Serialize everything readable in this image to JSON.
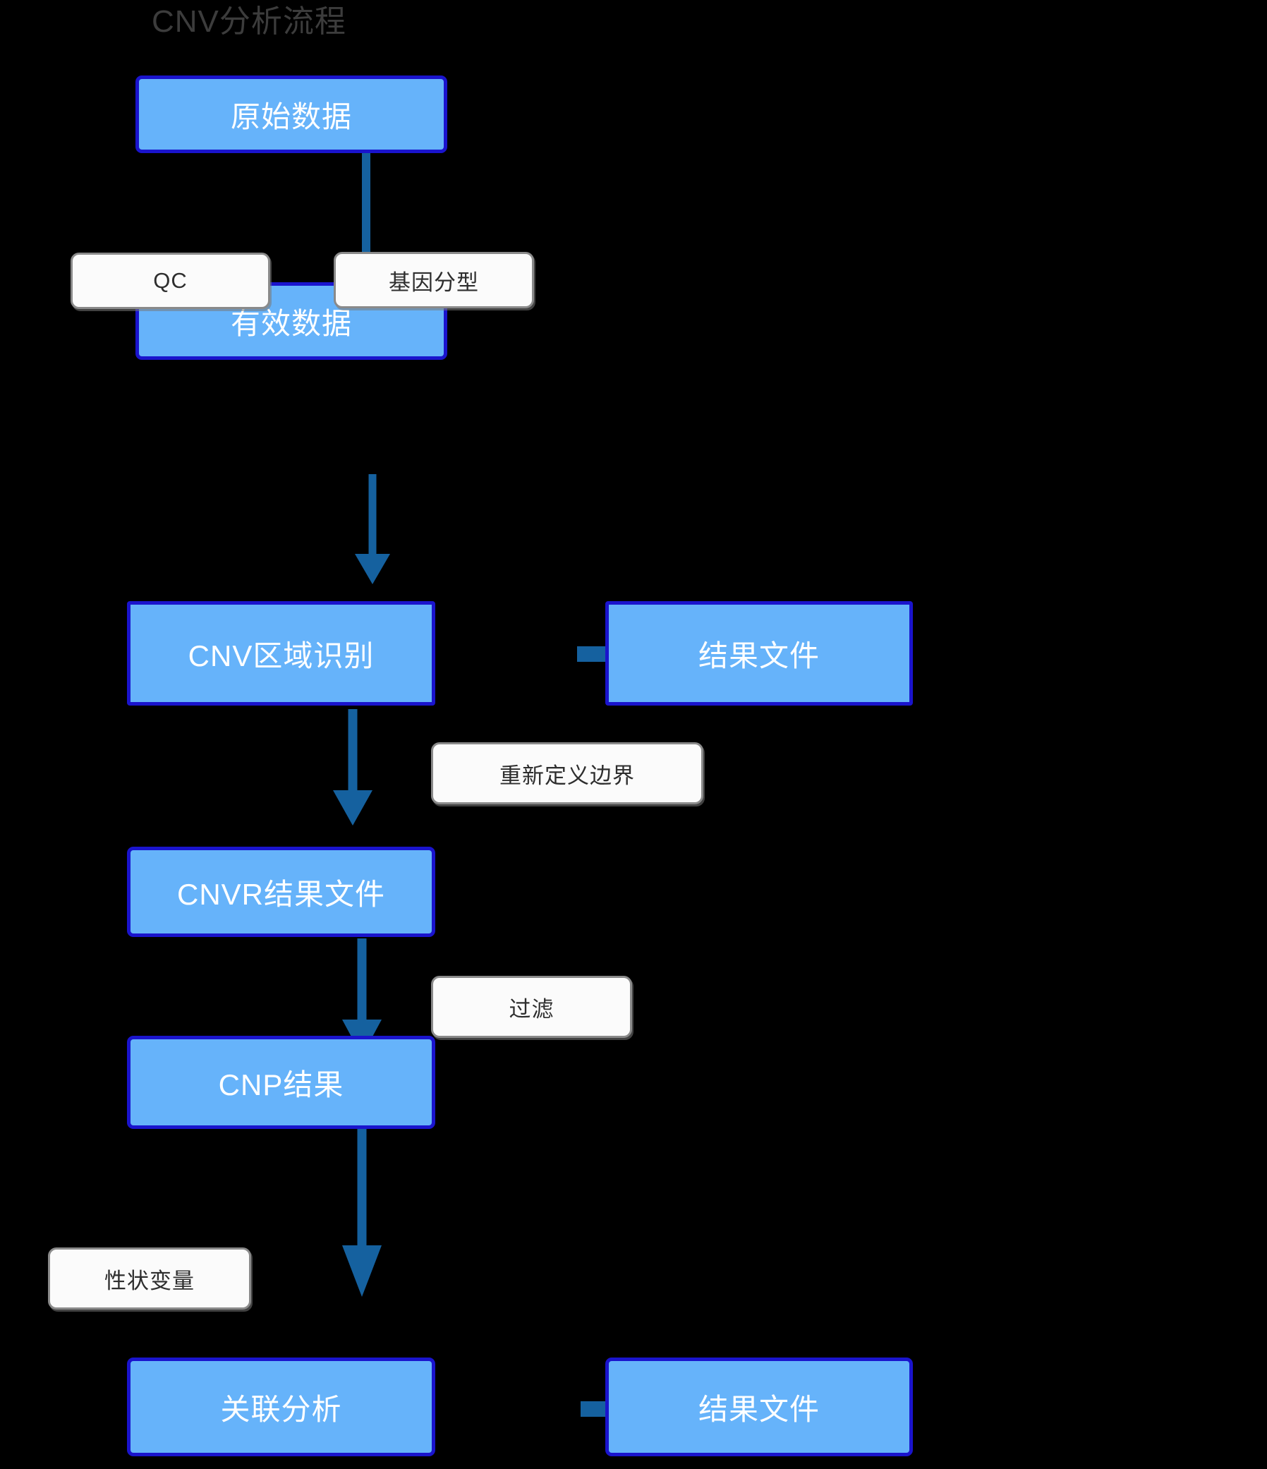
{
  "title": "CNV分析流程",
  "theme": {
    "background": "#000000",
    "node_fill": "#66b3fa",
    "node_border": "#1a14cd",
    "node_text": "#ffffff",
    "label_fill": "#fbfbfb",
    "label_border": "#8a8a8a",
    "label_text": "#2e2e2e",
    "arrow": "#15619f",
    "title_text": "#3c3c3c"
  },
  "nodes": [
    {
      "id": "raw-data",
      "label": "原始数据"
    },
    {
      "id": "valid-data",
      "label": "有效数据"
    },
    {
      "id": "cnv-region",
      "label": "CNV区域识别"
    },
    {
      "id": "result-file-1",
      "label": "结果文件"
    },
    {
      "id": "cnvr-result",
      "label": "CNVR结果文件"
    },
    {
      "id": "cnp-result",
      "label": "CNP结果"
    },
    {
      "id": "assoc-analysis",
      "label": "关联分析"
    },
    {
      "id": "result-file-2",
      "label": "结果文件"
    }
  ],
  "edge_labels": [
    {
      "id": "qc",
      "label": "QC"
    },
    {
      "id": "genotyping",
      "label": "基因分型"
    },
    {
      "id": "redefine",
      "label": "重新定义边界"
    },
    {
      "id": "filter",
      "label": "过滤"
    },
    {
      "id": "trait-var",
      "label": "性状变量"
    }
  ],
  "edges": [
    {
      "from": "raw-data",
      "to": "valid-data",
      "label": "QC / 基因分型"
    },
    {
      "from": "valid-data",
      "to": "cnv-region",
      "label": ""
    },
    {
      "from": "cnv-region",
      "to": "result-file-1",
      "label": ""
    },
    {
      "from": "cnv-region",
      "to": "cnvr-result",
      "label": "重新定义边界"
    },
    {
      "from": "cnvr-result",
      "to": "cnp-result",
      "label": "过滤"
    },
    {
      "from": "cnp-result",
      "to": "assoc-analysis",
      "label": "性状变量"
    },
    {
      "from": "assoc-analysis",
      "to": "result-file-2",
      "label": ""
    }
  ]
}
